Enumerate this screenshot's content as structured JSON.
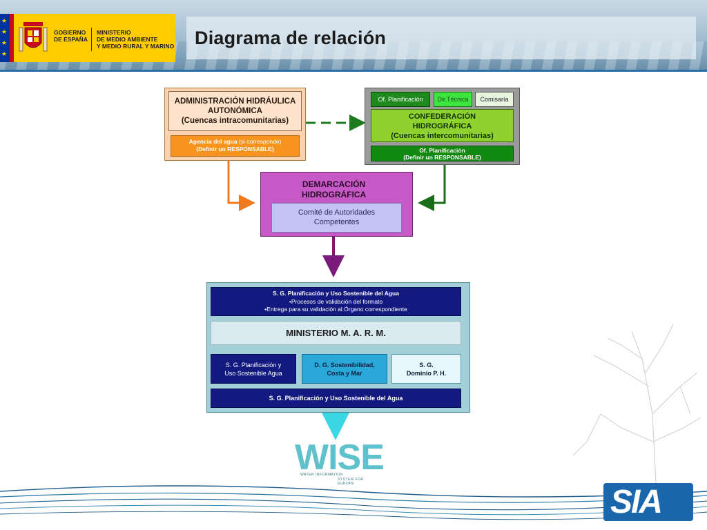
{
  "header": {
    "gov_line1": "GOBIERNO",
    "gov_line2": "DE ESPAÑA",
    "min_line1": "MINISTERIO",
    "min_line2": "DE MEDIO AMBIENTE",
    "min_line3": "Y MEDIO RURAL Y MARINO",
    "title": "Diagrama de relación"
  },
  "diagram": {
    "admin_autonomica": {
      "line1": "ADMINISTRACIÓN HIDRÁULICA",
      "line2": "AUTONÓMICA",
      "line3": "(Cuencas intracomunitarias)"
    },
    "agencia": {
      "line1_bold": "Agencia del agua",
      "line1_rest": " (si corresponde)",
      "line2": "(Definir un RESPONSABLE)"
    },
    "confederacion": {
      "tab1": "Of. Planificación",
      "tab2": "Dir.Técnica",
      "tab3": "Comisaría",
      "line1": "CONFEDERACIÓN",
      "line2": "HIDROGRÁFICA",
      "line3": "(Cuencas intercomunitarias)",
      "bottom_line1": "Of. Planificación",
      "bottom_line2": "(Definir un RESPONSABLE)"
    },
    "demarcacion": {
      "line1": "DEMARCACIÓN",
      "line2": "HIDROGRÁFICA",
      "comite_line1": "Comité de Autoridades",
      "comite_line2": "Competentes"
    },
    "ministerio": {
      "top_line1": "S. G. Planificación y Uso Sostenible del Agua",
      "top_line2": "•Procesos de validación del formato",
      "top_line3": "•Entrega para su validación al Órgano correspondiente",
      "name": "MINISTERIO M. A. R. M.",
      "col1_line1": "S. G. Planificación y",
      "col1_line2": "Uso Sostenible Agua",
      "col2_line1": "D. G. Sostenibilidad,",
      "col2_line2": "Costa y Mar",
      "col3_line1": "S. G.",
      "col3_line2": "Dominio P. H.",
      "bottom": "S. G. Planificación y Uso Sostenible del Agua"
    },
    "wise": {
      "word": "WISE",
      "sub1": "WATER INFORMATION",
      "sub2": "SYSTEM FOR EUROPE"
    }
  },
  "footer": {
    "sia_logo": "SIA"
  },
  "colors": {
    "orange_arrow": "#f07a1e",
    "green_arrow": "#1a6e1a",
    "purple_arrow": "#7a1a7a",
    "cyan_arrow": "#3ad6e6",
    "header_blue": "#2b6ea3"
  }
}
